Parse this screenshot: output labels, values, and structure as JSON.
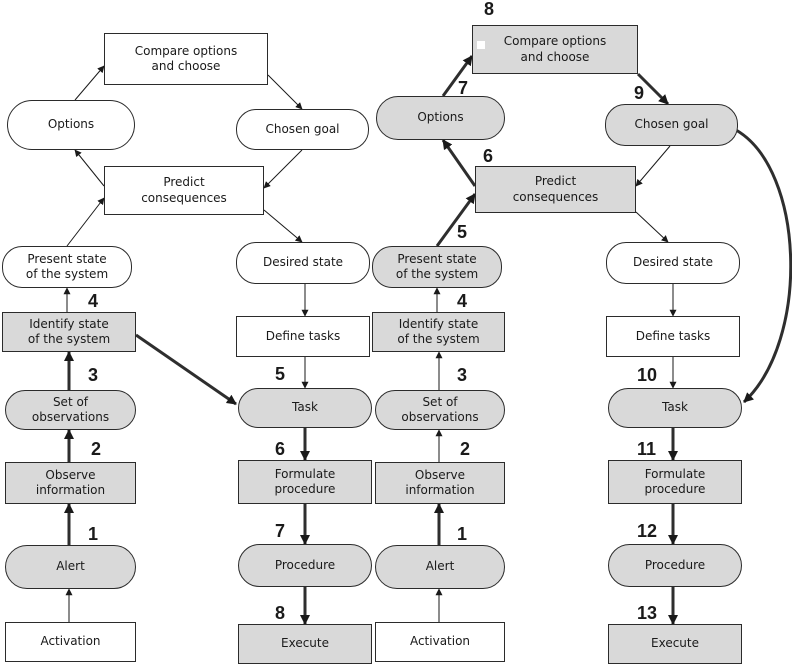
{
  "diagram": {
    "left": {
      "compare": "Compare options\nand choose",
      "options": "Options",
      "chosen_goal": "Chosen goal",
      "predict": "Predict\nconsequences",
      "present_state": "Present state\nof the system",
      "desired_state": "Desired state",
      "identify": "Identify state\nof the system",
      "define_tasks": "Define tasks",
      "observations": "Set of\nobservations",
      "task": "Task",
      "observe": "Observe\ninformation",
      "formulate": "Formulate\nprocedure",
      "alert": "Alert",
      "procedure": "Procedure",
      "activation": "Activation",
      "execute": "Execute"
    },
    "right": {
      "compare": "Compare options\nand choose",
      "options": "Options",
      "chosen_goal": "Chosen goal",
      "predict": "Predict\nconsequences",
      "present_state": "Present state\nof the system",
      "desired_state": "Desired state",
      "identify": "Identify state\nof the system",
      "define_tasks": "Define tasks",
      "observations": "Set of\nobservations",
      "task": "Task",
      "observe": "Observe\ninformation",
      "formulate": "Formulate\nprocedure",
      "alert": "Alert",
      "procedure": "Procedure",
      "activation": "Activation",
      "execute": "Execute"
    },
    "step_numbers": {
      "left": [
        "1",
        "2",
        "3",
        "4",
        "5",
        "6",
        "7",
        "8"
      ],
      "right": [
        "1",
        "2",
        "3",
        "4",
        "5",
        "6",
        "7",
        "8",
        "9",
        "10",
        "11",
        "12",
        "13"
      ]
    },
    "colors": {
      "shaded_fill": "#d9d9d9",
      "plain_fill": "#ffffff",
      "stroke": "#2b2b2b"
    }
  }
}
